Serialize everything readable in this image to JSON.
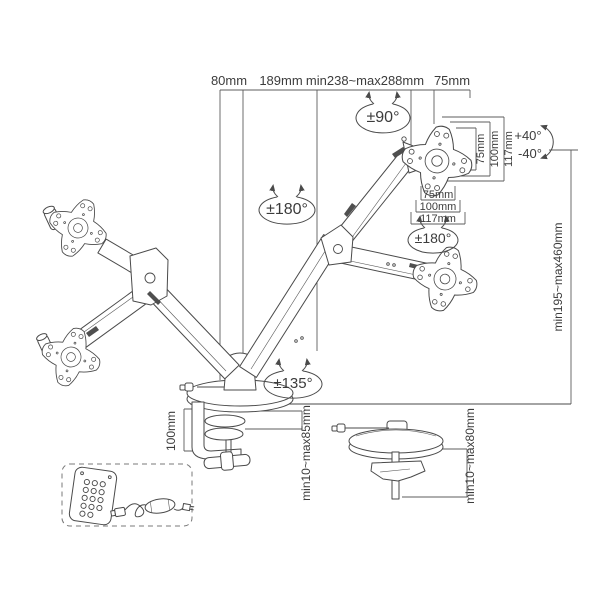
{
  "diagram": {
    "subject": "Dual gas-spring monitor desk mount technical drawing",
    "line_color": "#4a4a4a",
    "background": "#ffffff",
    "top_dimensions": {
      "offset": "80mm",
      "lower_arm": "189mm",
      "upper_arm": "min238~max288mm",
      "head": "75mm"
    },
    "vesa_plate": {
      "vertical": {
        "v75": "75mm",
        "v100": "100mm",
        "v117": "117mm"
      },
      "horizontal": {
        "h75": "75mm",
        "h100": "100mm",
        "h117": "117mm"
      }
    },
    "angles": {
      "swivel_top": "±90°",
      "rotate_left": "±180°",
      "rotate_right": "±180°",
      "swivel_base": "±135°",
      "tilt_up": "+40°",
      "tilt_down": "-40°"
    },
    "ranges": {
      "height": "min195~max460mm",
      "base_height": "100mm",
      "clamp_thickness": "min10~max85mm",
      "grommet_thickness": "min10~max80mm"
    }
  }
}
